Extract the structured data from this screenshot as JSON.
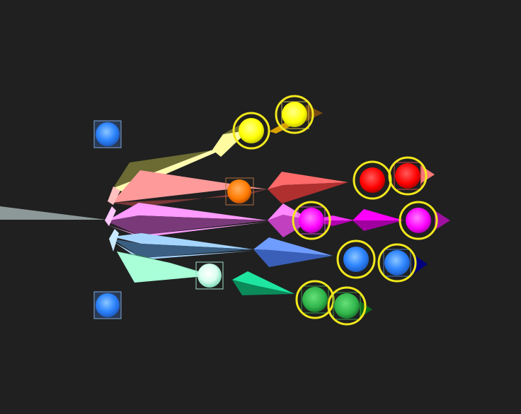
{
  "scene": {
    "background": "#202020",
    "highlight_ring_color": "#f2e81c",
    "box_stroke_color": "#7fa7d9",
    "trunk_color": "#8d9898",
    "branches": [
      {
        "name": "yellow",
        "color": "#fffbb0",
        "shadow": "#6b6b33",
        "ball": "#ffff00",
        "end_color": "#7a4a10"
      },
      {
        "name": "red",
        "color": "#ff9a9a",
        "shadow": "#7a3838",
        "ball": "#ff0000",
        "end_color": "#ff7a7a"
      },
      {
        "name": "magenta",
        "color": "#ff9cff",
        "shadow": "#7a3a7a",
        "ball": "#ff00ff",
        "end_color": "#a010a0"
      },
      {
        "name": "blue",
        "color": "#a6d6ff",
        "shadow": "#3a5f82",
        "ball": "#3b82f6",
        "end_color": "#00007a"
      },
      {
        "name": "green",
        "color": "#a8ffd8",
        "shadow": "#3a7a5a",
        "ball": "#2fb44a",
        "end_color": "#0a6a1a"
      }
    ],
    "orange_node_color": "#ff7a00",
    "mint_node_color": "#d9fff0",
    "blue_node_color": "#3a8cff"
  }
}
